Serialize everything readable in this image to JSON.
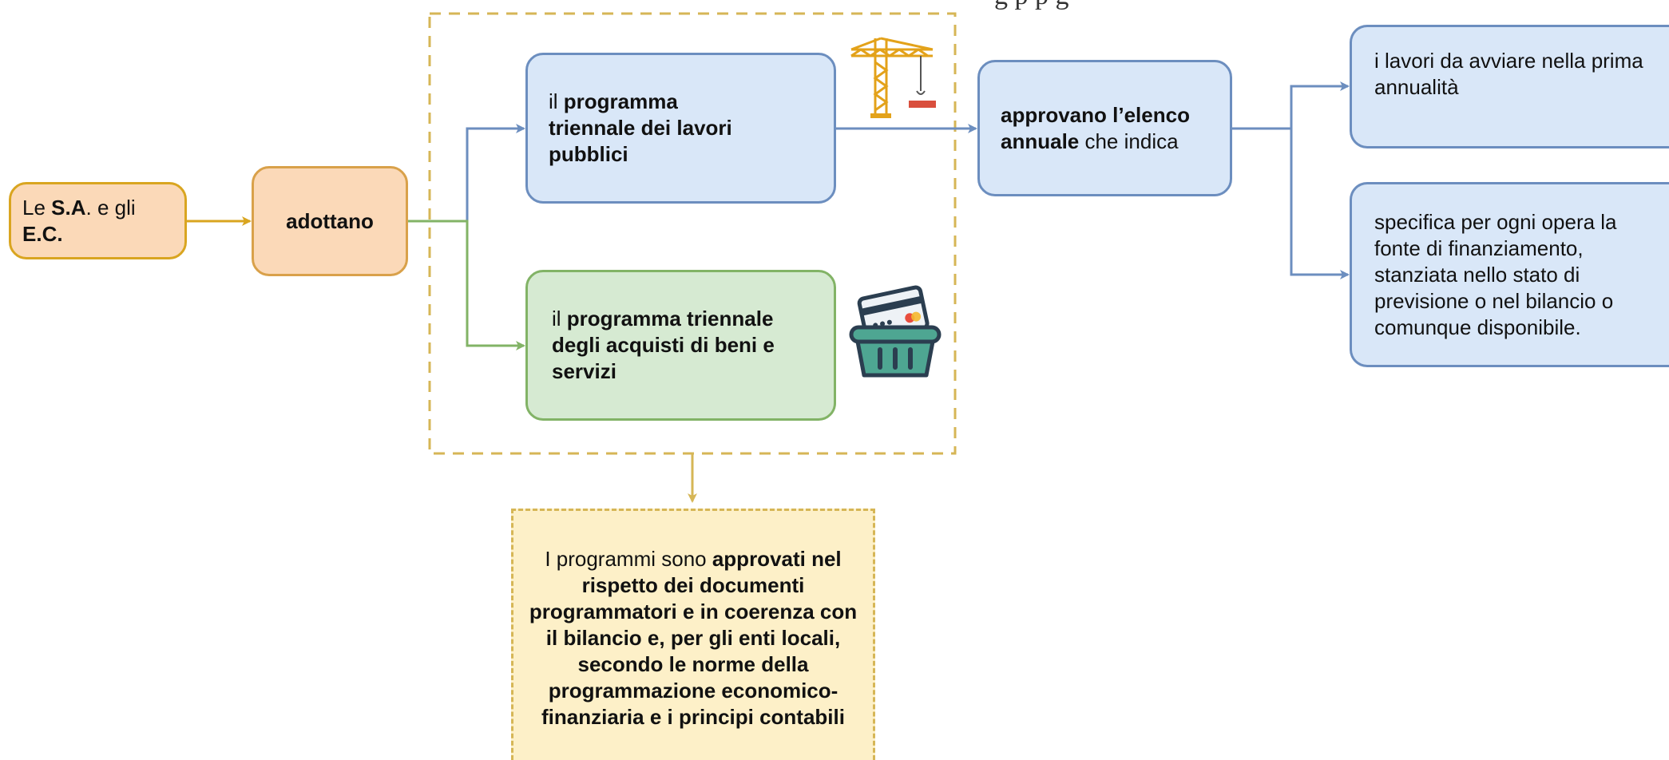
{
  "header_fragment": "g                  p        p   g",
  "colors": {
    "orange_fill": "#fbd9b8",
    "orange_border": "#d9a14a",
    "yellow_border": "#d9a520",
    "blue_fill": "#d9e7f8",
    "blue_border": "#6c8ebf",
    "green_fill": "#d6ead2",
    "green_border": "#82b366",
    "note_fill": "#fdf0c8",
    "dashed_border": "#d6b656"
  },
  "nodes": {
    "subjects": {
      "pre": "Le ",
      "b1": "S.A",
      "mid": ". e gli ",
      "b2": "E.C."
    },
    "adopt": {
      "label": "adottano"
    },
    "works": {
      "pre": "il ",
      "bold": "programma triennale dei lavori pubblici"
    },
    "purchases": {
      "pre": "il ",
      "bold": "programma triennale degli acquisti di beni e servizi"
    },
    "annual": {
      "bold": "approvano l’elenco annuale",
      "post": " che indica"
    },
    "first_year": {
      "text": "i lavori da avviare nella prima annualità"
    },
    "funding": {
      "text": "specifica per ogni opera la fonte di finanziamento, stanziata nello stato di previsione o nel bilancio o comunque disponibile."
    },
    "note": {
      "pre": "I programmi sono ",
      "bold": "approvati nel rispetto dei documenti programmatori e in coerenza con il bilancio e, per gli enti locali, secondo le norme della programmazione economico-finanziaria e i principi contabili"
    }
  },
  "icons": [
    "crane-icon",
    "shopping-basket-icon"
  ]
}
